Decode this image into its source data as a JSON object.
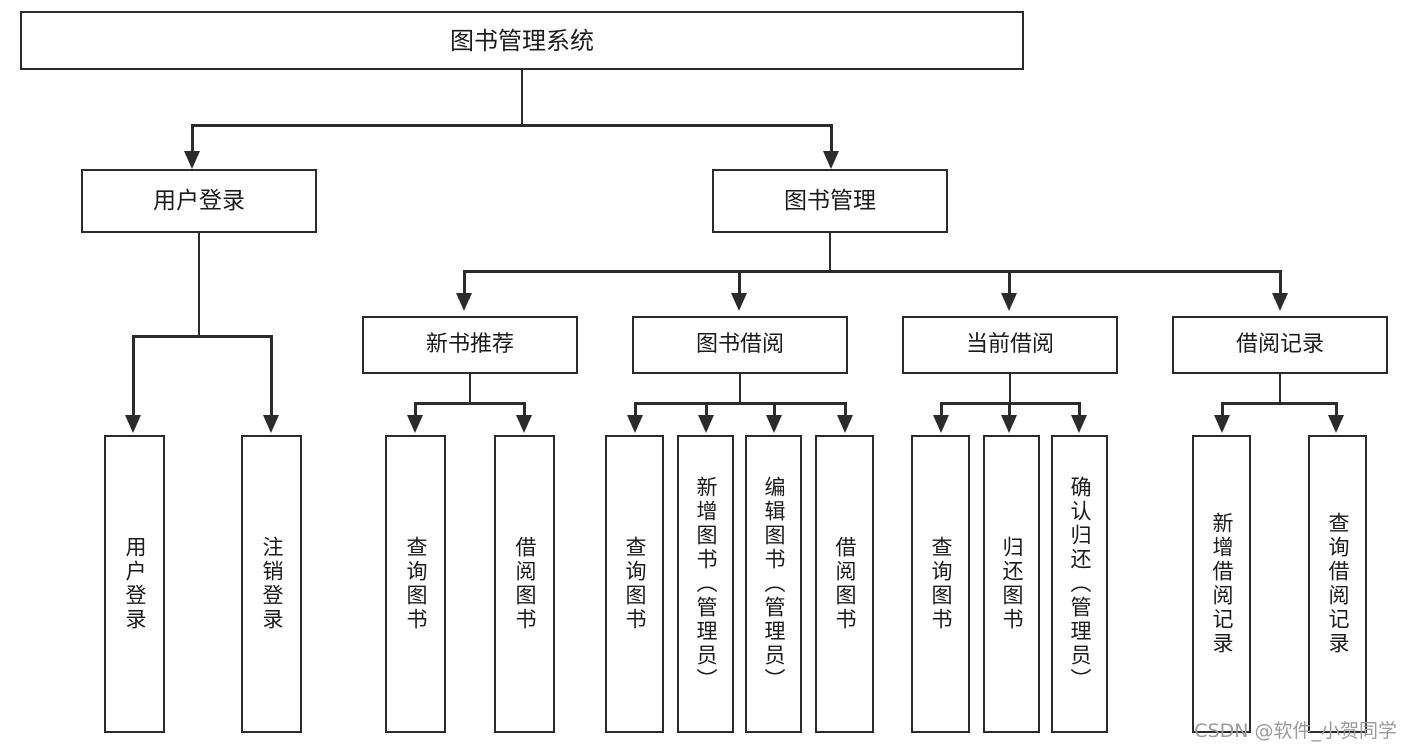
{
  "diagram": {
    "type": "tree",
    "title": "图书管理系统",
    "root": {
      "label": "图书管理系统"
    },
    "level2": [
      {
        "label": "用户登录"
      },
      {
        "label": "图书管理"
      }
    ],
    "level3": [
      {
        "label": "新书推荐"
      },
      {
        "label": "图书借阅"
      },
      {
        "label": "当前借阅"
      },
      {
        "label": "借阅记录"
      }
    ],
    "leaves": {
      "user_login": [
        {
          "label": "用户登录"
        },
        {
          "label": "注销登录"
        }
      ],
      "new_book_recommend": [
        {
          "label": "查询图书"
        },
        {
          "label": "借阅图书"
        }
      ],
      "book_borrow": [
        {
          "label": "查询图书"
        },
        {
          "label": "新增图书（管理员）"
        },
        {
          "label": "编辑图书（管理员）"
        },
        {
          "label": "借阅图书"
        }
      ],
      "current_borrow": [
        {
          "label": "查询图书"
        },
        {
          "label": "归还图书"
        },
        {
          "label": "确认归还（管理员）"
        }
      ],
      "borrow_records": [
        {
          "label": "新增借阅记录"
        },
        {
          "label": "查询借阅记录"
        }
      ]
    }
  },
  "watermark": {
    "text": "CSDN @软件_小贺同学"
  },
  "colors": {
    "stroke": "#2b2b2b",
    "background": "#ffffff",
    "text": "#1b1b1b",
    "watermark": "#9b9b9b"
  }
}
